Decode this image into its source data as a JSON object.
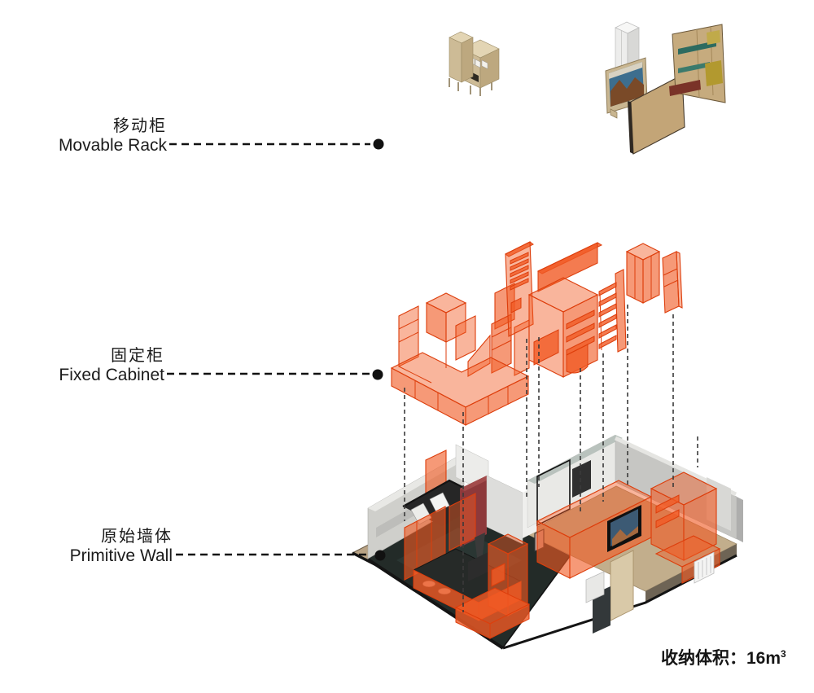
{
  "labels": [
    {
      "zh": "移动柜",
      "en": "Movable Rack"
    },
    {
      "zh": "固定柜",
      "en": "Fixed Cabinet"
    },
    {
      "zh": "原始墙体",
      "en": "Primitive Wall"
    }
  ],
  "caption": {
    "prefix": "收纳体积：",
    "value": "16m",
    "superscript": "3"
  },
  "colors": {
    "orange": "#F15A24",
    "orange-edge": "#DD3E0C",
    "tan": "#CDBB96",
    "tan-dark": "#BDA87F",
    "tan-top": "#E3D5B4",
    "wood": "#C6AB7E",
    "teal-shelf": "#2D6B60",
    "olive-shelf": "#B2992F",
    "maroon": "#8D393B",
    "wall-gray": "#CFCFCB",
    "wall-light": "#E8E8E5",
    "dark-floor": "#232B28",
    "wood-floor": "#C2AE8C",
    "edge-black": "#141414",
    "ink": "#1b1b1b"
  }
}
